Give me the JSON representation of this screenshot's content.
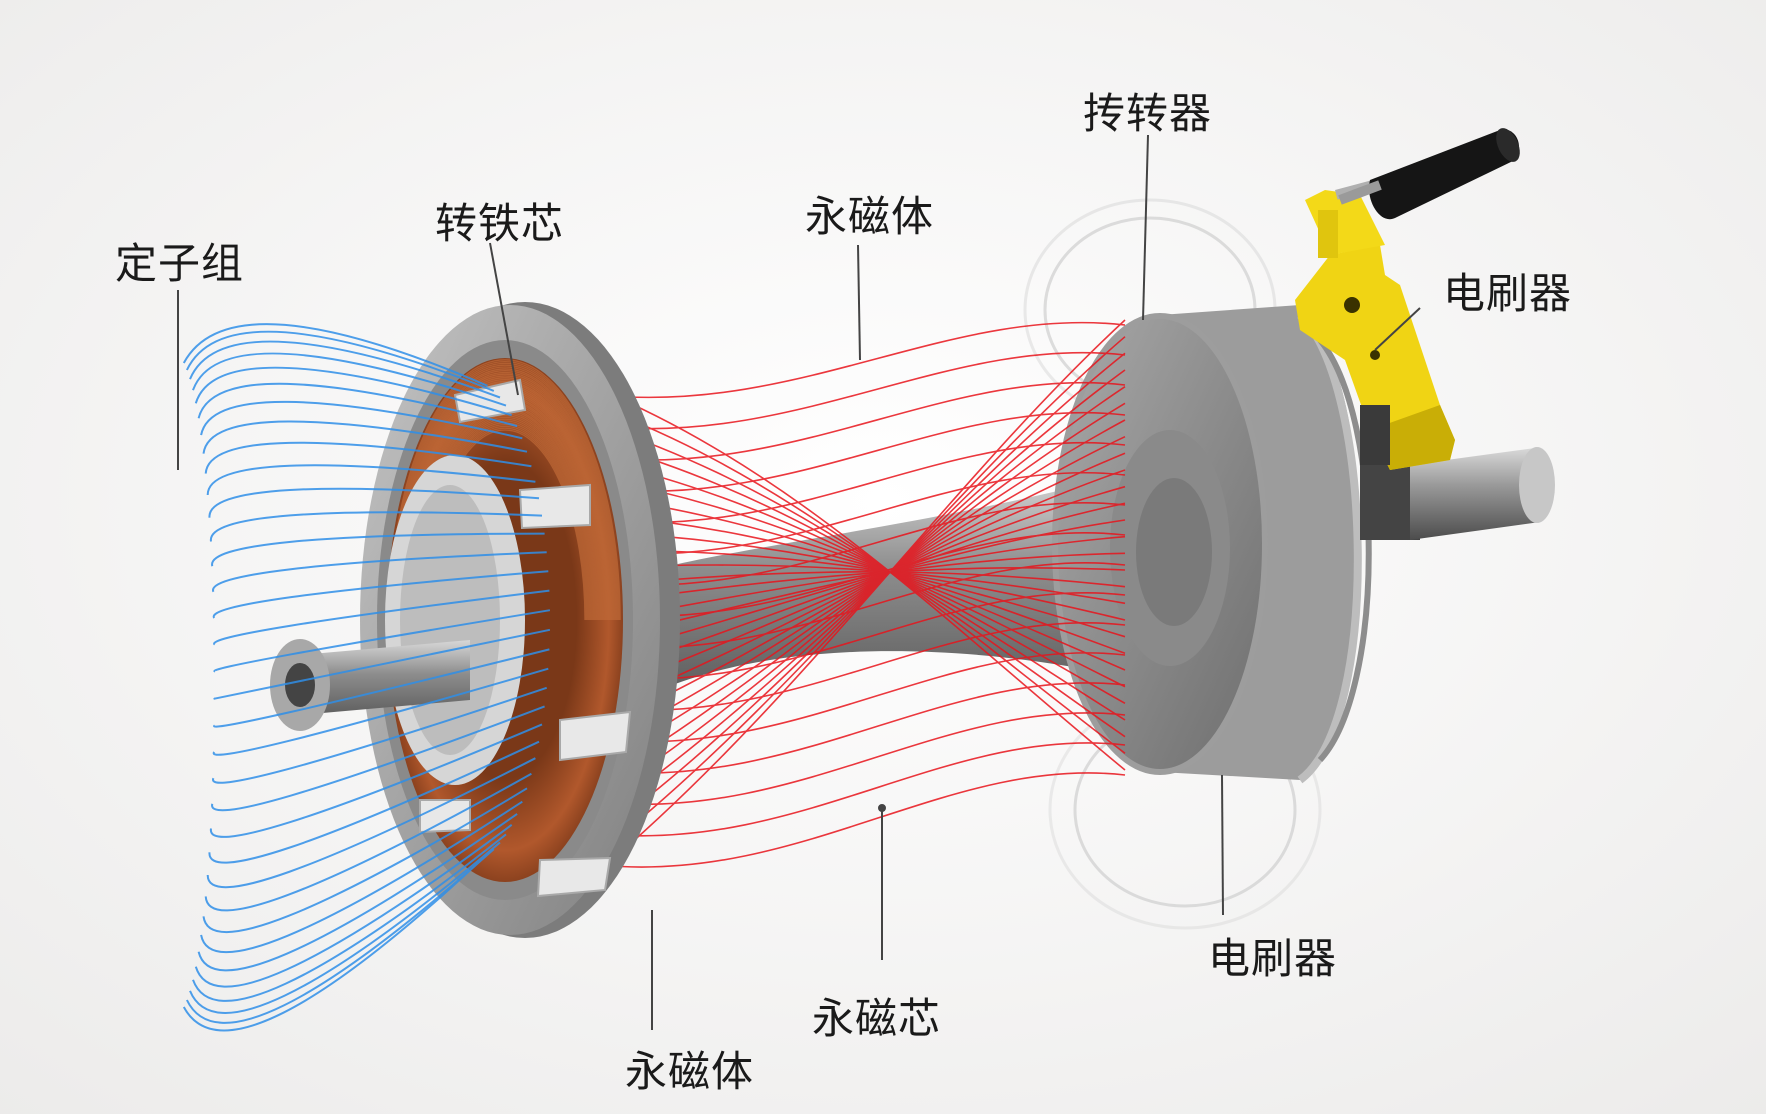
{
  "labels": {
    "stator_group": "定子组",
    "rotor_core": "转铁芯",
    "magnet_top": "永磁体",
    "rotator": "抟转器",
    "brush_top": "电刷器",
    "brush_bottom": "电刷器",
    "magnet_core": "永磁芯",
    "magnet_bottom": "永磁体"
  },
  "colors": {
    "background": "#f7f7f6",
    "field_lines_left": "#2f8fe8",
    "field_lines_center": "#e8141c",
    "copper": "#9a4a26",
    "metal": "#a3a3a3",
    "bracket": "#f2d814",
    "handle": "#111111",
    "leader_line": "#444444"
  }
}
